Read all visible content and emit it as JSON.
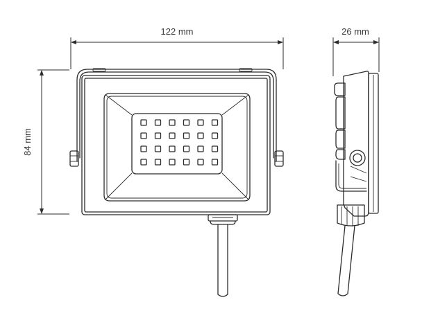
{
  "dimensions": {
    "width": "122 mm",
    "height": "84 mm",
    "depth": "26 mm"
  },
  "led_grid": {
    "rows": 4,
    "cols": 6
  },
  "colors": {
    "line": "#2b2b2b",
    "text": "#3a3a3a",
    "background": "#ffffff"
  }
}
